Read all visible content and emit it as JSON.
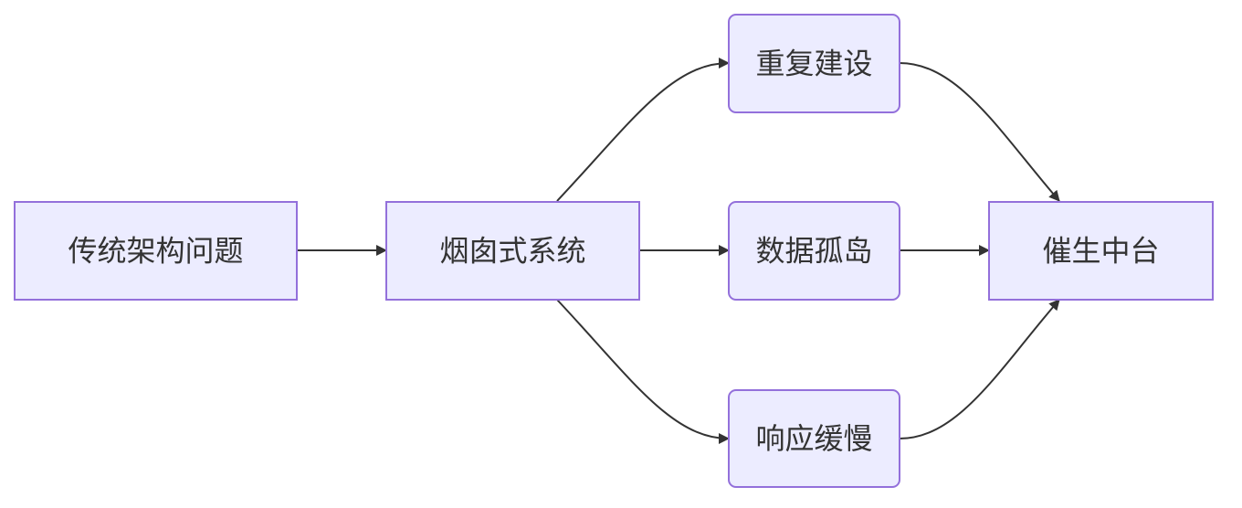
{
  "diagram": {
    "type": "flowchart",
    "direction": "left-to-right",
    "colors": {
      "node_fill": "#ECECFF",
      "node_stroke": "#9370DB",
      "edge": "#333333",
      "text": "#333333"
    },
    "nodes": {
      "traditional": {
        "label": "传统架构问题"
      },
      "chimney": {
        "label": "烟囱式系统"
      },
      "duplicate": {
        "label": "重复建设"
      },
      "silos": {
        "label": "数据孤岛"
      },
      "slow": {
        "label": "响应缓慢"
      },
      "platform": {
        "label": "催生中台"
      }
    },
    "edges": [
      {
        "from": "traditional",
        "to": "chimney"
      },
      {
        "from": "chimney",
        "to": "duplicate"
      },
      {
        "from": "chimney",
        "to": "silos"
      },
      {
        "from": "chimney",
        "to": "slow"
      },
      {
        "from": "duplicate",
        "to": "platform"
      },
      {
        "from": "silos",
        "to": "platform"
      },
      {
        "from": "slow",
        "to": "platform"
      }
    ]
  }
}
